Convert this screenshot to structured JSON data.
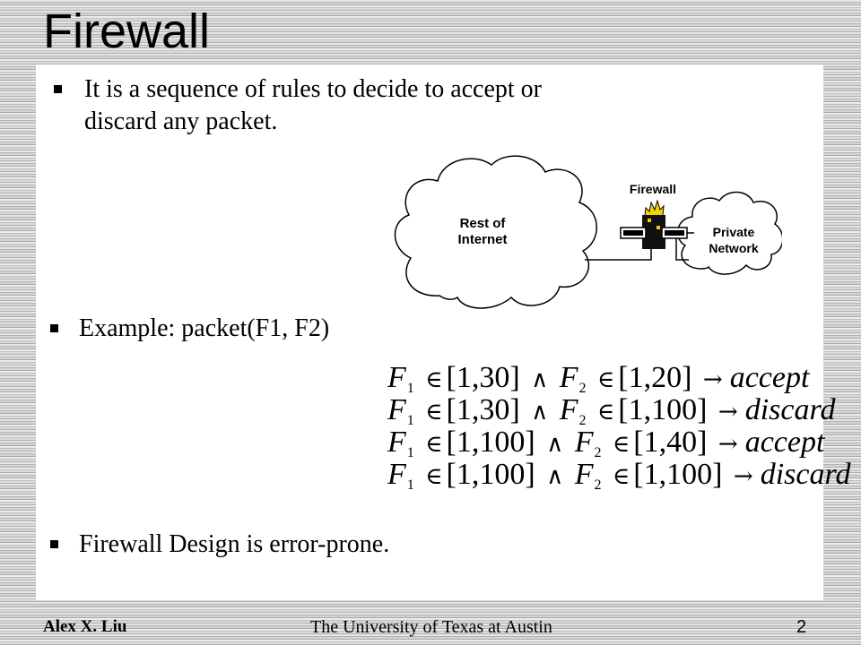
{
  "slide": {
    "title": "Firewall",
    "bullets": [
      "It is a sequence of rules to decide to accept or discard any packet.",
      "Example: packet(F1, F2)",
      "Firewall Design is error-prone."
    ]
  },
  "diagram": {
    "firewall_label": "Firewall",
    "internet_label_line1": "Rest of",
    "internet_label_line2": "Internet",
    "private_label_line1": "Private",
    "private_label_line2": "Network"
  },
  "rules": [
    {
      "f1_var": "F",
      "f1_sub": "1",
      "f1_range": "[1,30]",
      "and_op": "∧",
      "f2_var": "F",
      "f2_sub": "2",
      "f2_range": "[1,20]",
      "arrow": "→",
      "action": "accept",
      "in_op": "∈"
    },
    {
      "f1_var": "F",
      "f1_sub": "1",
      "f1_range": "[1,30]",
      "and_op": "∧",
      "f2_var": "F",
      "f2_sub": "2",
      "f2_range": "[1,100]",
      "arrow": "→",
      "action": "discard",
      "in_op": "∈"
    },
    {
      "f1_var": "F",
      "f1_sub": "1",
      "f1_range": "[1,100]",
      "and_op": "∧",
      "f2_var": "F",
      "f2_sub": "2",
      "f2_range": "[1,40]",
      "arrow": "→",
      "action": "accept",
      "in_op": "∈"
    },
    {
      "f1_var": "F",
      "f1_sub": "1",
      "f1_range": "[1,100]",
      "and_op": "∧",
      "f2_var": "F",
      "f2_sub": "2",
      "f2_range": "[1,100]",
      "arrow": "→",
      "action": "discard",
      "in_op": "∈"
    }
  ],
  "footer": {
    "author": "Alex X. Liu",
    "university": "The University of Texas at Austin",
    "page_number": "2"
  }
}
